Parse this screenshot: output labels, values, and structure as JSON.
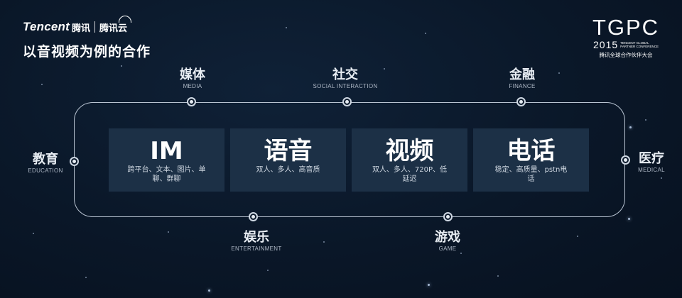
{
  "header": {
    "brand": "Tencent",
    "brand_cn": "腾讯",
    "cloud": "腾讯云",
    "title": "以音视频为例的合作"
  },
  "event_logo": {
    "mark": "TGPC",
    "year": "2015",
    "line1": "TENCENT GLOBAL",
    "line2": "PARTNER CONFERENCE",
    "cn": "腾讯全球合作伙伴大会"
  },
  "fields": [
    {
      "cn": "媒体",
      "en": "MEDIA"
    },
    {
      "cn": "社交",
      "en": "SOCIAL INTERACTION"
    },
    {
      "cn": "金融",
      "en": "FINANCE"
    },
    {
      "cn": "教育",
      "en": "EDUCATION"
    },
    {
      "cn": "医疗",
      "en": "MEDICAL"
    },
    {
      "cn": "娱乐",
      "en": "ENTERTAINMENT"
    },
    {
      "cn": "游戏",
      "en": "GAME"
    }
  ],
  "services": [
    {
      "title": "IM",
      "desc": "跨平台、文本、图片、单聊、群聊"
    },
    {
      "title": "语音",
      "desc": "双人、多人、高音质"
    },
    {
      "title": "视频",
      "desc": "双人、多人、720P、低延迟"
    },
    {
      "title": "电话",
      "desc": "稳定、高质量、pstn电话"
    }
  ]
}
